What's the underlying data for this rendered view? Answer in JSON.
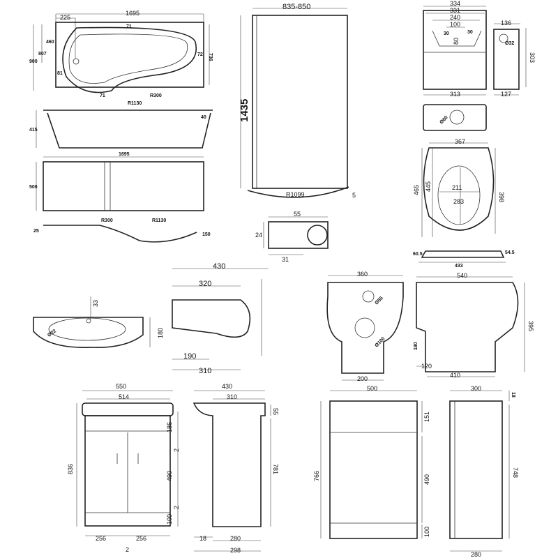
{
  "bath_plan": {
    "length": "1695",
    "tap_offset": "225",
    "depth_460": "460",
    "depth_807": "807",
    "depth_900": "900",
    "rim_top": "71",
    "rim_end": "72",
    "rim_side": "81",
    "rim_bottom": "71",
    "width_end": "736",
    "radius_small": "R300",
    "radius_large": "R1130"
  },
  "bath_side": {
    "height": "415",
    "lip": "40"
  },
  "bath_panel": {
    "length": "1695",
    "height": "500",
    "radius_small": "R300",
    "radius_large": "R1130",
    "return": "25",
    "curve_depth": "150"
  },
  "screen": {
    "width": "835-850",
    "height": "1435",
    "radius": "R1099",
    "offset": "5"
  },
  "screen_profile": {
    "width": "55",
    "height": "24",
    "depth": "31"
  },
  "cistern": {
    "width_top": "334",
    "width_inner": "331",
    "width_240": "240",
    "width_100": "100",
    "dim_30_left": "30",
    "dim_30_right": "30",
    "height_80": "80",
    "width_bottom": "313",
    "side_top": "136",
    "hole": "Ø32",
    "height": "303",
    "side_bottom": "127",
    "outlet": "Ø60"
  },
  "seat": {
    "width": "367",
    "length_465": "465",
    "length_445": "445",
    "length_398": "398",
    "inner_width": "211",
    "inner_length": "283",
    "hinge_60": "60.5",
    "hinge_54": "54.5",
    "side_length": "433"
  },
  "basin": {
    "tap_hole": "Ø22",
    "dim_33": "33",
    "width_430": "430",
    "width_320": "320",
    "height_180": "180",
    "offset_190": "190",
    "depth_310": "310"
  },
  "toilet": {
    "width": "360",
    "inlet": "Ø55",
    "outlet": "Ø100",
    "base": "200",
    "depth": "540",
    "height": "395",
    "outlet_height": "180",
    "outlet_offset": "120",
    "outlet_depth": "410"
  },
  "vanity": {
    "width": "550",
    "basin_width": "514",
    "height": "836",
    "top_section": "186",
    "gap_top": "2",
    "door_height": "490",
    "gap_bottom": "2",
    "plinth": "100",
    "door_left": "256",
    "door_right": "256",
    "door_gap": "2",
    "side_430": "430",
    "side_310": "310",
    "side_55": "55",
    "side_781": "781",
    "side_18": "18",
    "side_280": "280",
    "side_298": "298"
  },
  "wc_unit": {
    "width": "500",
    "top_section": "151",
    "height": "766",
    "door_height": "490",
    "plinth": "100",
    "side_width": "300",
    "side_18": "18",
    "side_height": "748",
    "side_depth": "280"
  }
}
